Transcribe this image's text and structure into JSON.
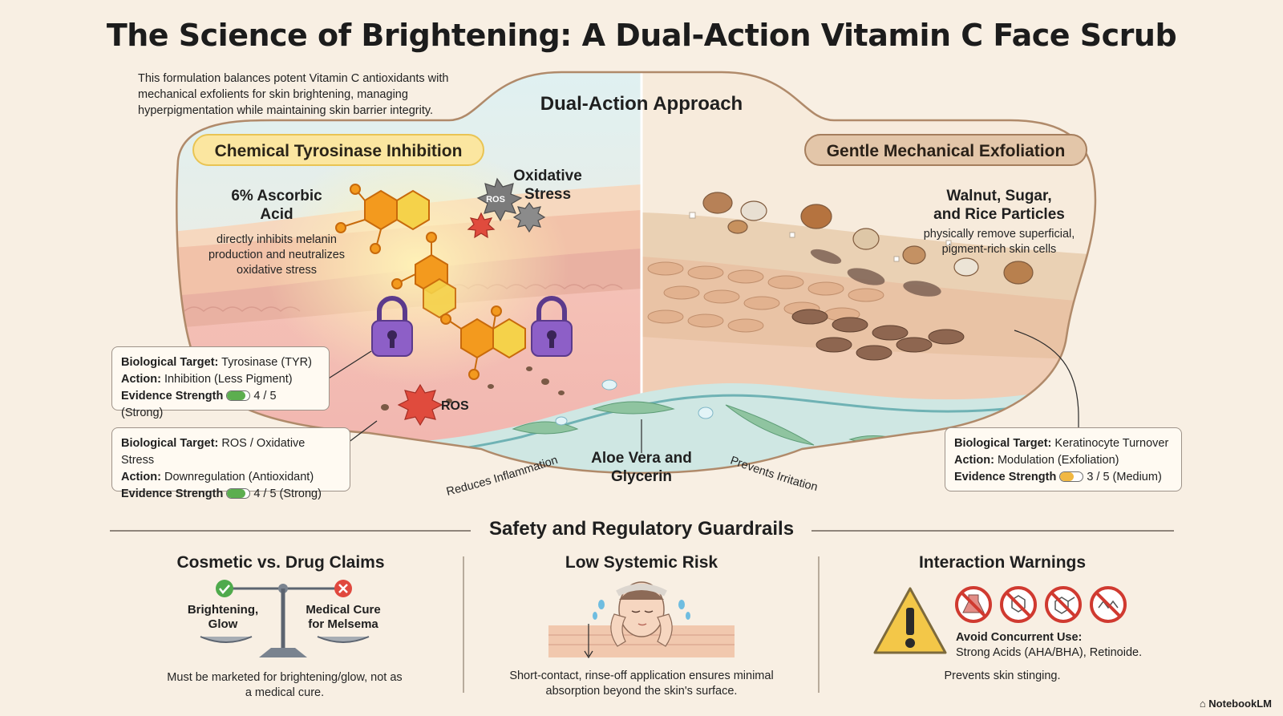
{
  "title": "The Science of Brightening: A Dual-Action Vitamin C Face Scrub",
  "intro": "This formulation balances potent Vitamin C antioxidants with mechanical exfolients for skin brightening, managing hyperpigmentation while maintaining skin barrier integrity.",
  "center_header": "Dual-Action Approach",
  "left": {
    "pill": "Chemical Tyrosinase Inhibition",
    "ingredient": "6% Ascorbic Acid",
    "description": "directly inhibits melanin production and neutralizes oxidative stress",
    "oxidative_label": "Oxidative Stress",
    "ros_badge": "ROS",
    "ros_label": "ROS"
  },
  "right": {
    "pill": "Gentle Mechanical Exfoliation",
    "ingredient": "Walnut, Sugar, and Rice Particles",
    "description": "physically remove superficial, pigment-rich skin cells"
  },
  "bottom_layer": {
    "label": "Aloe Vera and Glycerin",
    "left_curve_text": "Reduces Inflammation",
    "right_curve_text": "Prevents Irritation"
  },
  "cards": [
    {
      "target_label": "Biological Target:",
      "target": "Tyrosinase (TYR)",
      "action_label": "Action:",
      "action": "Inhibition (Less Pigment)",
      "evidence_label": "Evidence Strength",
      "evidence": "4 / 5 (Strong)",
      "score": 4,
      "max": 5,
      "color": "#5cae4f"
    },
    {
      "target_label": "Biological Target:",
      "target": "ROS / Oxidative Stress",
      "action_label": "Action:",
      "action": "Downregulation (Antioxidant)",
      "evidence_label": "Evidence Strength",
      "evidence": "4 / 5 (Strong)",
      "score": 4,
      "max": 5,
      "color": "#5cae4f"
    },
    {
      "target_label": "Biological Target:",
      "target": "Keratinocyte Turnover",
      "action_label": "Action:",
      "action": "Modulation (Exfoliation)",
      "evidence_label": "Evidence Strength",
      "evidence": "3 / 5 (Medium)",
      "score": 3,
      "max": 5,
      "color": "#f1b842"
    }
  ],
  "safety": {
    "header": "Safety and Regulatory Guardrails",
    "claims": {
      "heading": "Cosmetic vs. Drug Claims",
      "allowed": "Brightening, Glow",
      "disallowed": "Medical Cure for Melsema",
      "text": "Must be marketed for brightening/glow, not as a medical cure."
    },
    "risk": {
      "heading": "Low Systemic Risk",
      "text": "Short-contact, rinse-off application ensures minimal absorption beyond the skin's surface."
    },
    "interaction": {
      "heading": "Interaction Warnings",
      "avoid_title": "Avoid Concurrent Use:",
      "avoid_text": "Strong Acids (AHA/BHA), Retinoide.",
      "text": "Prevents skin stinging."
    }
  },
  "brand": "NotebookLM",
  "colors": {
    "background": "#f8efe3",
    "molecule": "#f39a1e",
    "lock": "#8d5fc7",
    "ros": "#e04b3d",
    "aloe": "#8fc4b6"
  }
}
